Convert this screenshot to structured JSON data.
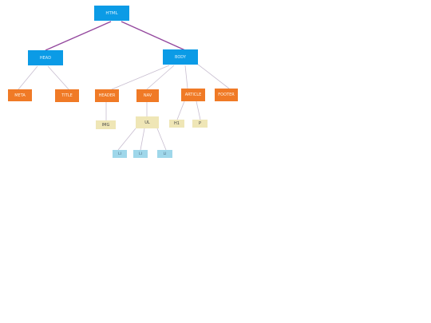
{
  "tree": {
    "root": "HTML",
    "head": "HEAD",
    "body": "BODY",
    "meta": "META",
    "title": "TITLE",
    "header": "HEADER",
    "nav": "NAV",
    "article": "ARTICLE",
    "footer": "FOOTER",
    "img": "IMG",
    "ul": "UL",
    "h1": "H1",
    "p": "P",
    "li_1": "LI",
    "li_2": "LI",
    "li_3": "LI"
  }
}
